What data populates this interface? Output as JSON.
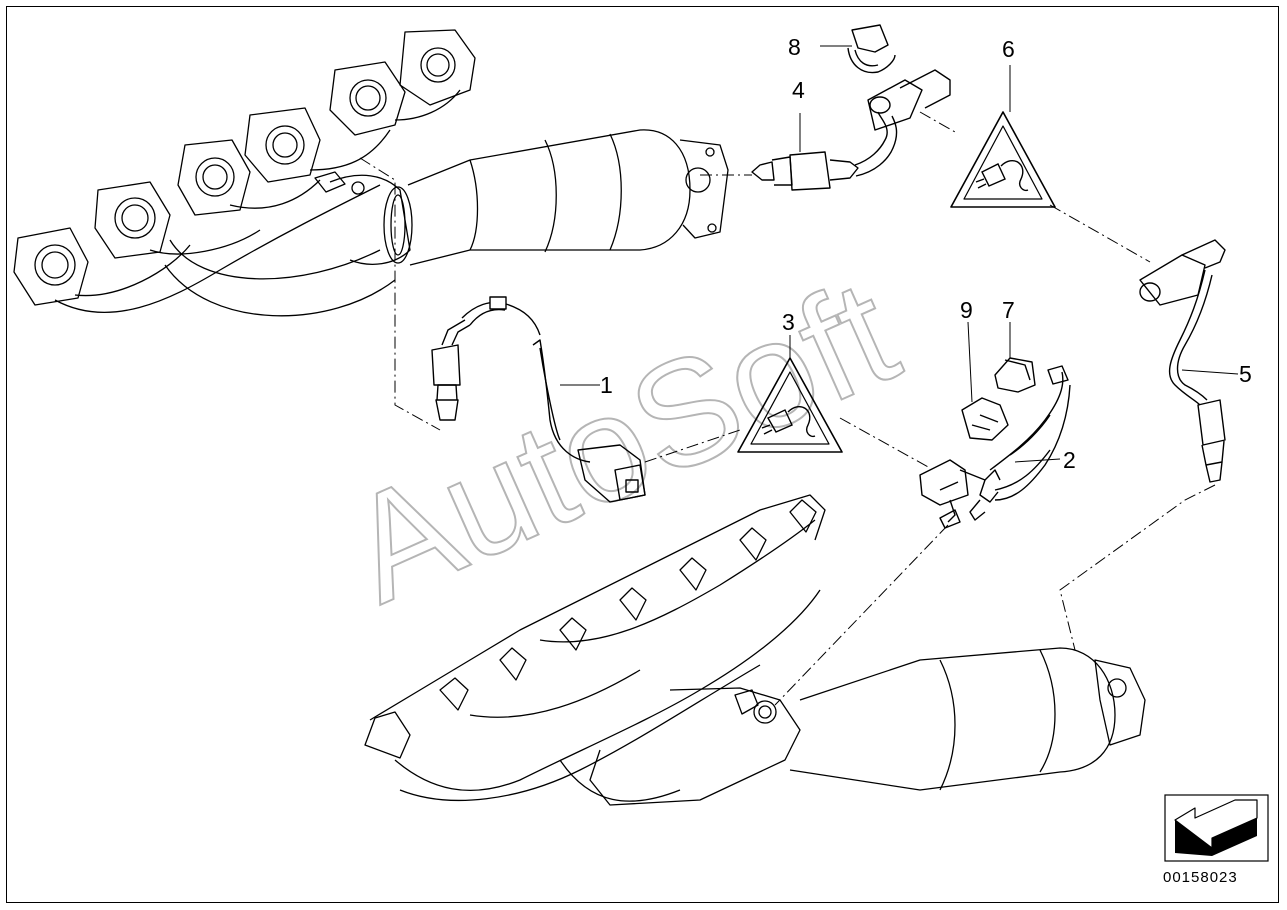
{
  "watermark": "AutoSoft",
  "callouts": {
    "n1": "1",
    "n2": "2",
    "n3": "3",
    "n4": "4",
    "n5": "5",
    "n6": "6",
    "n7": "7",
    "n8": "8",
    "n9": "9"
  },
  "document_id": "00158023"
}
